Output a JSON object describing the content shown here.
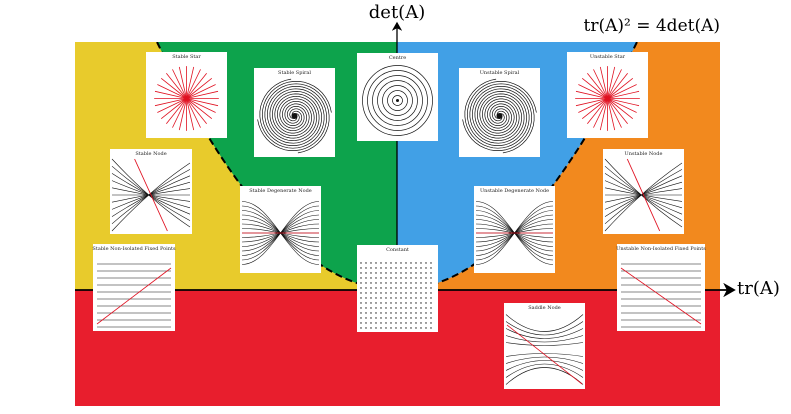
{
  "axes": {
    "x_label": "tr(A)",
    "y_label": "det(A)",
    "parabola_label": "tr(A)² = 4det(A)"
  },
  "regions": {
    "stable_node_color": "#e8cb2c",
    "stable_spiral_color": "#0da34c",
    "unstable_spiral_color": "#41a0e6",
    "unstable_node_color": "#f2891e",
    "saddle_color": "#e81e2d"
  },
  "panels": [
    {
      "id": "stable-star",
      "title": "Stable Star",
      "kind": "star",
      "stable": true
    },
    {
      "id": "stable-spiral",
      "title": "Stable Spiral",
      "kind": "spiral",
      "stable": true
    },
    {
      "id": "centre",
      "title": "Centre",
      "kind": "centre"
    },
    {
      "id": "unstable-spiral",
      "title": "Unstable Spiral",
      "kind": "spiral",
      "stable": false
    },
    {
      "id": "unstable-star",
      "title": "Unstable Star",
      "kind": "star",
      "stable": false
    },
    {
      "id": "stable-node",
      "title": "Stable Node",
      "kind": "node",
      "stable": true
    },
    {
      "id": "unstable-node",
      "title": "Unstable Node",
      "kind": "node",
      "stable": false
    },
    {
      "id": "stable-degenerate-node",
      "title": "Stable Degenerate Node",
      "kind": "degenerate"
    },
    {
      "id": "unstable-degenerate-node",
      "title": "Unstable Degenerate Node",
      "kind": "degenerate"
    },
    {
      "id": "stable-non-isolated",
      "title": "Stable Non-Isolated Fixed Points",
      "kind": "lines",
      "diag": "up"
    },
    {
      "id": "unstable-non-isolated",
      "title": "Unstable Non-Isolated Fixed Points",
      "kind": "lines",
      "diag": "down"
    },
    {
      "id": "constant",
      "title": "Constant",
      "kind": "dots"
    },
    {
      "id": "saddle-node",
      "title": "Saddle Node",
      "kind": "saddle"
    }
  ]
}
